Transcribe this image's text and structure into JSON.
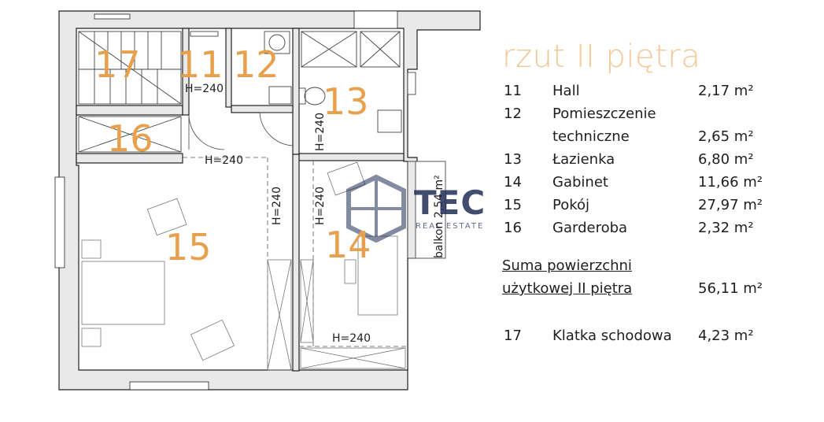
{
  "title": "rzut II piętra",
  "rooms_on_plan": {
    "r17": "17",
    "r11": "11",
    "r12": "12",
    "r13": "13",
    "r16": "16",
    "r15": "15",
    "r14": "14"
  },
  "heights": {
    "h11": "H=240",
    "h13": "H=240",
    "h16": "H=240",
    "h15": "H=240",
    "h14v": "H=240",
    "h14b": "H=240"
  },
  "balcony_label": "balkon 2,54 m²",
  "legend": [
    {
      "num": "11",
      "name": "Hall",
      "area": "2,17 m²"
    },
    {
      "num": "12",
      "name": "Pomieszczenie",
      "area": ""
    },
    {
      "num": "",
      "name": "techniczne",
      "area": "2,65 m²"
    },
    {
      "num": "13",
      "name": "Łazienka",
      "area": "6,80 m²"
    },
    {
      "num": "14",
      "name": "Gabinet",
      "area": "11,66 m²"
    },
    {
      "num": "15",
      "name": "Pokój",
      "area": "27,97 m²"
    },
    {
      "num": "16",
      "name": "Garderoba",
      "area": "2,32 m²"
    }
  ],
  "summary": {
    "line1": "Suma powierzchni",
    "line2": "użytkowej II piętra",
    "area": "56,11 m²"
  },
  "stair": {
    "num": "17",
    "name": "Klatka schodowa",
    "area": "4,23 m²"
  },
  "logo": {
    "brand": "TEC",
    "sub": "REAL ESTATE"
  },
  "colors": {
    "room_numbers": "#e8a04d",
    "title": "#f2c99a",
    "logo": "#1f2e55"
  }
}
